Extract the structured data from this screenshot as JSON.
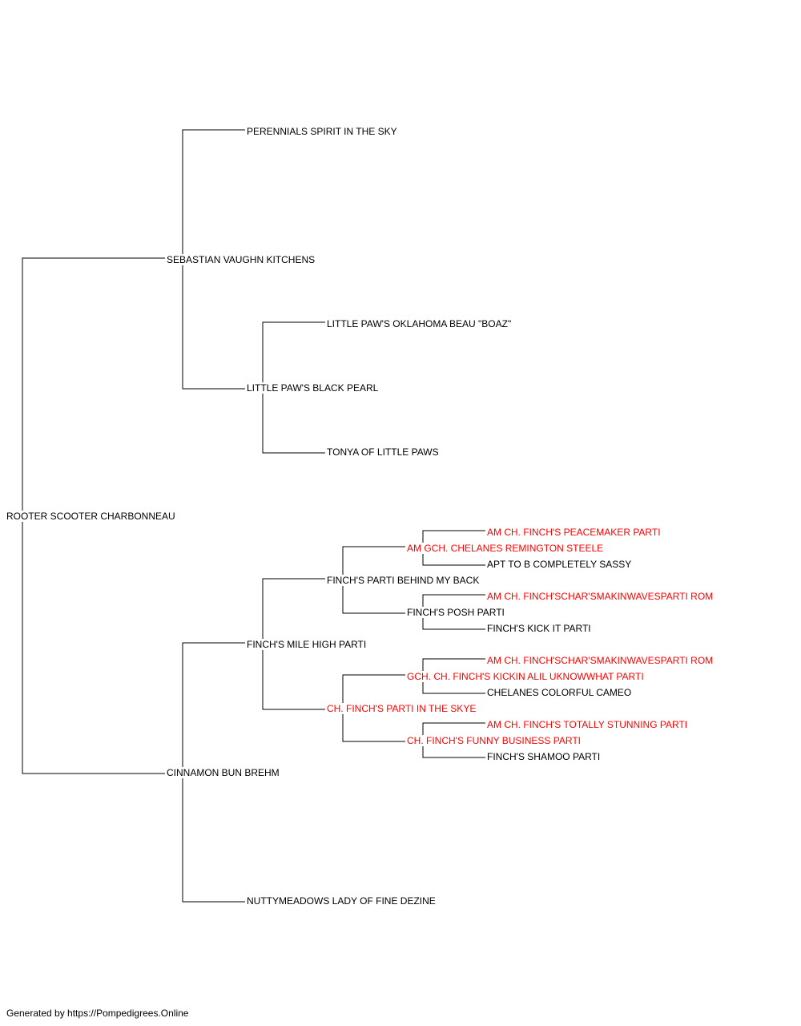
{
  "colors": {
    "line": "#000000",
    "normal_text": "#000000",
    "champion_text": "#ff0000",
    "background": "#ffffff"
  },
  "pedigree": {
    "subject": "ROOTER SCOOTER CHARBONNEAU",
    "sire": "SEBASTIAN VAUGHN KITCHENS",
    "dam": "CINNAMON BUN BREHM",
    "sire_sire": "PERENNIALS SPIRIT IN THE SKY",
    "sire_dam": "LITTLE PAW'S BLACK PEARL",
    "sire_dam_sire": "LITTLE PAW'S OKLAHOMA BEAU \"BOAZ\"",
    "sire_dam_dam": "TONYA OF LITTLE PAWS",
    "dam_sire": "FINCH'S MILE HIGH PARTI",
    "dam_dam": "NUTTYMEADOWS LADY OF FINE DEZINE",
    "dam_sire_sire": "FINCH'S PARTI BEHIND MY BACK",
    "dam_sire_dam": "CH. FINCH'S PARTI IN THE SKYE",
    "dam_sire_sire_sire": "AM GCH. CHELANES REMINGTON STEELE",
    "dam_sire_sire_dam": "FINCH'S POSH PARTI",
    "dam_sire_dam_sire": "GCH. CH. FINCH'S KICKIN ALIL UKNOWWHAT PARTI",
    "dam_sire_dam_dam": "CH. FINCH'S FUNNY BUSINESS PARTI",
    "gen5": [
      "AM CH. FINCH'S PEACEMAKER PARTI",
      "APT TO B COMPLETELY SASSY",
      "AM CH. FINCH'SCHAR'SMAKINWAVESPARTI ROM",
      "FINCH'S KICK IT PARTI",
      "AM CH. FINCH'SCHAR'SMAKINWAVESPARTI ROM",
      "CHELANES COLORFUL CAMEO",
      "AM CH. FINCH'S TOTALLY STUNNING PARTI",
      "FINCH'S SHAMOO PARTI"
    ]
  },
  "footer": "Generated by https://Pompedigrees.Online"
}
